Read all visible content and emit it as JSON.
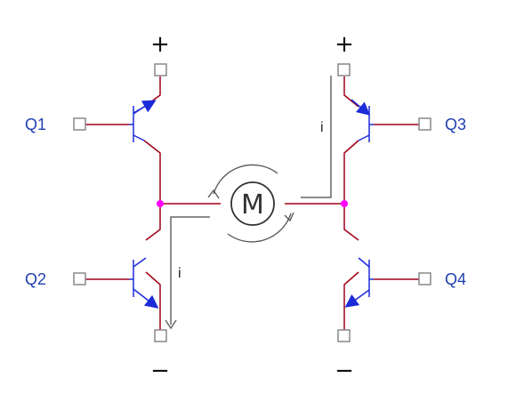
{
  "diagram": {
    "transistors": [
      {
        "label": "Q1"
      },
      {
        "label": "Q2"
      },
      {
        "label": "Q3"
      },
      {
        "label": "Q4"
      }
    ],
    "supply": {
      "positive": "+",
      "negative": "−"
    },
    "motor": {
      "label": "M"
    },
    "current": {
      "label": "i"
    },
    "colors": {
      "wire": "#a00018",
      "transistor": "#1c2bd8",
      "node": "#ff00ff",
      "terminal": "#888888",
      "current_path": "#666666",
      "label": "#1f3fb0"
    }
  }
}
